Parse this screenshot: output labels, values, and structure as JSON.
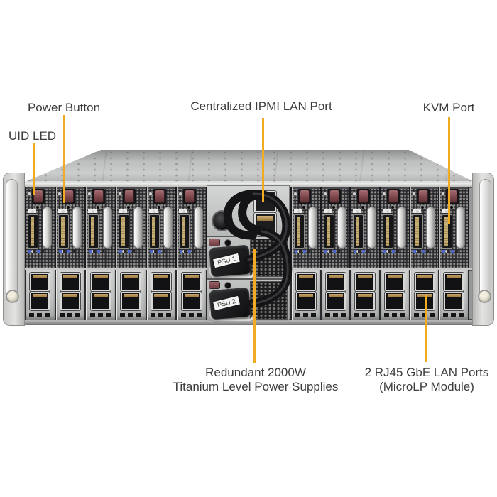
{
  "callouts": {
    "uid_led": {
      "label": "UID LED"
    },
    "power_button": {
      "label": "Power Button"
    },
    "ipmi_lan": {
      "label": "Centralized IPMI LAN Port"
    },
    "kvm": {
      "label": "KVM Port"
    },
    "psu": {
      "label_line1": "Redundant 2000W",
      "label_line2": "Titanium Level Power Supplies"
    },
    "lan_ports": {
      "label_line1": "2 RJ45 GbE LAN Ports",
      "label_line2": "(MicroLP Module)"
    }
  },
  "chassis": {
    "nodes_per_side": 6,
    "lan_modules_per_side": 6,
    "psu_units": [
      {
        "label": "PSU 1"
      },
      {
        "label": "PSU 2"
      }
    ]
  },
  "colors": {
    "callout_line": "#F1AB22",
    "label_text": "#3D3D3D"
  }
}
